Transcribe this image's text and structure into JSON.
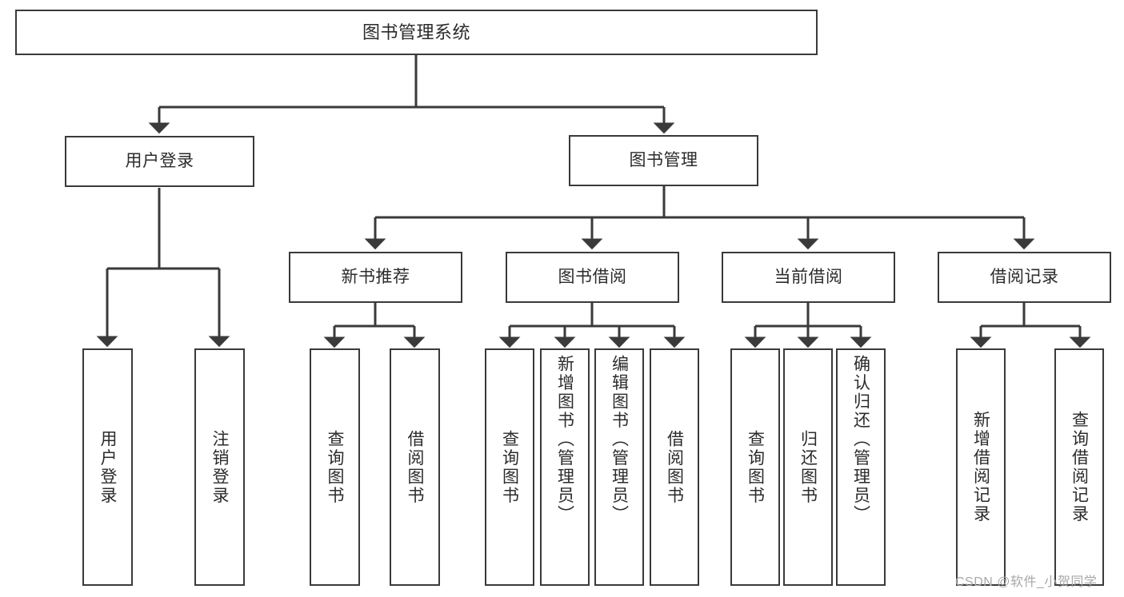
{
  "diagram": {
    "title": "图书管理系统",
    "type": "tree-hierarchy",
    "colors": {
      "stroke": "#3a3a3a",
      "fill": "#ffffff",
      "text": "#2b2b2b",
      "watermark": "#a8a8a8"
    },
    "watermark": "CSDN @软件_小贺同学",
    "levels": {
      "root": "图书管理系统",
      "level2": [
        "用户登录",
        "图书管理"
      ],
      "level3": [
        "新书推荐",
        "图书借阅",
        "当前借阅",
        "借阅记录"
      ]
    }
  },
  "nodes": {
    "root": {
      "label": "图书管理系统"
    },
    "user_login": {
      "label": "用户登录"
    },
    "book_manage": {
      "label": "图书管理"
    },
    "new_book_rec": {
      "label": "新书推荐"
    },
    "book_borrow": {
      "label": "图书借阅"
    },
    "current_borrow": {
      "label": "当前借阅"
    },
    "borrow_record": {
      "label": "借阅记录"
    },
    "leaf_user_login": {
      "label": "用户登录"
    },
    "leaf_logout": {
      "label": "注销登录"
    },
    "leaf_query_book_1": {
      "label": "查询图书"
    },
    "leaf_borrow_book_1": {
      "label": "借阅图书"
    },
    "leaf_query_book_2": {
      "label": "查询图书"
    },
    "leaf_add_book_admin": {
      "label": "新增图书（管理员）"
    },
    "leaf_edit_book_admin": {
      "label": "编辑图书（管理员）"
    },
    "leaf_borrow_book_2": {
      "label": "借阅图书"
    },
    "leaf_query_book_3": {
      "label": "查询图书"
    },
    "leaf_return_book": {
      "label": "归还图书"
    },
    "leaf_confirm_return_admin": {
      "label": "确认归还（管理员）"
    },
    "leaf_add_borrow_record": {
      "label": "新增借阅记录"
    },
    "leaf_query_borrow_record": {
      "label": "查询借阅记录"
    }
  }
}
